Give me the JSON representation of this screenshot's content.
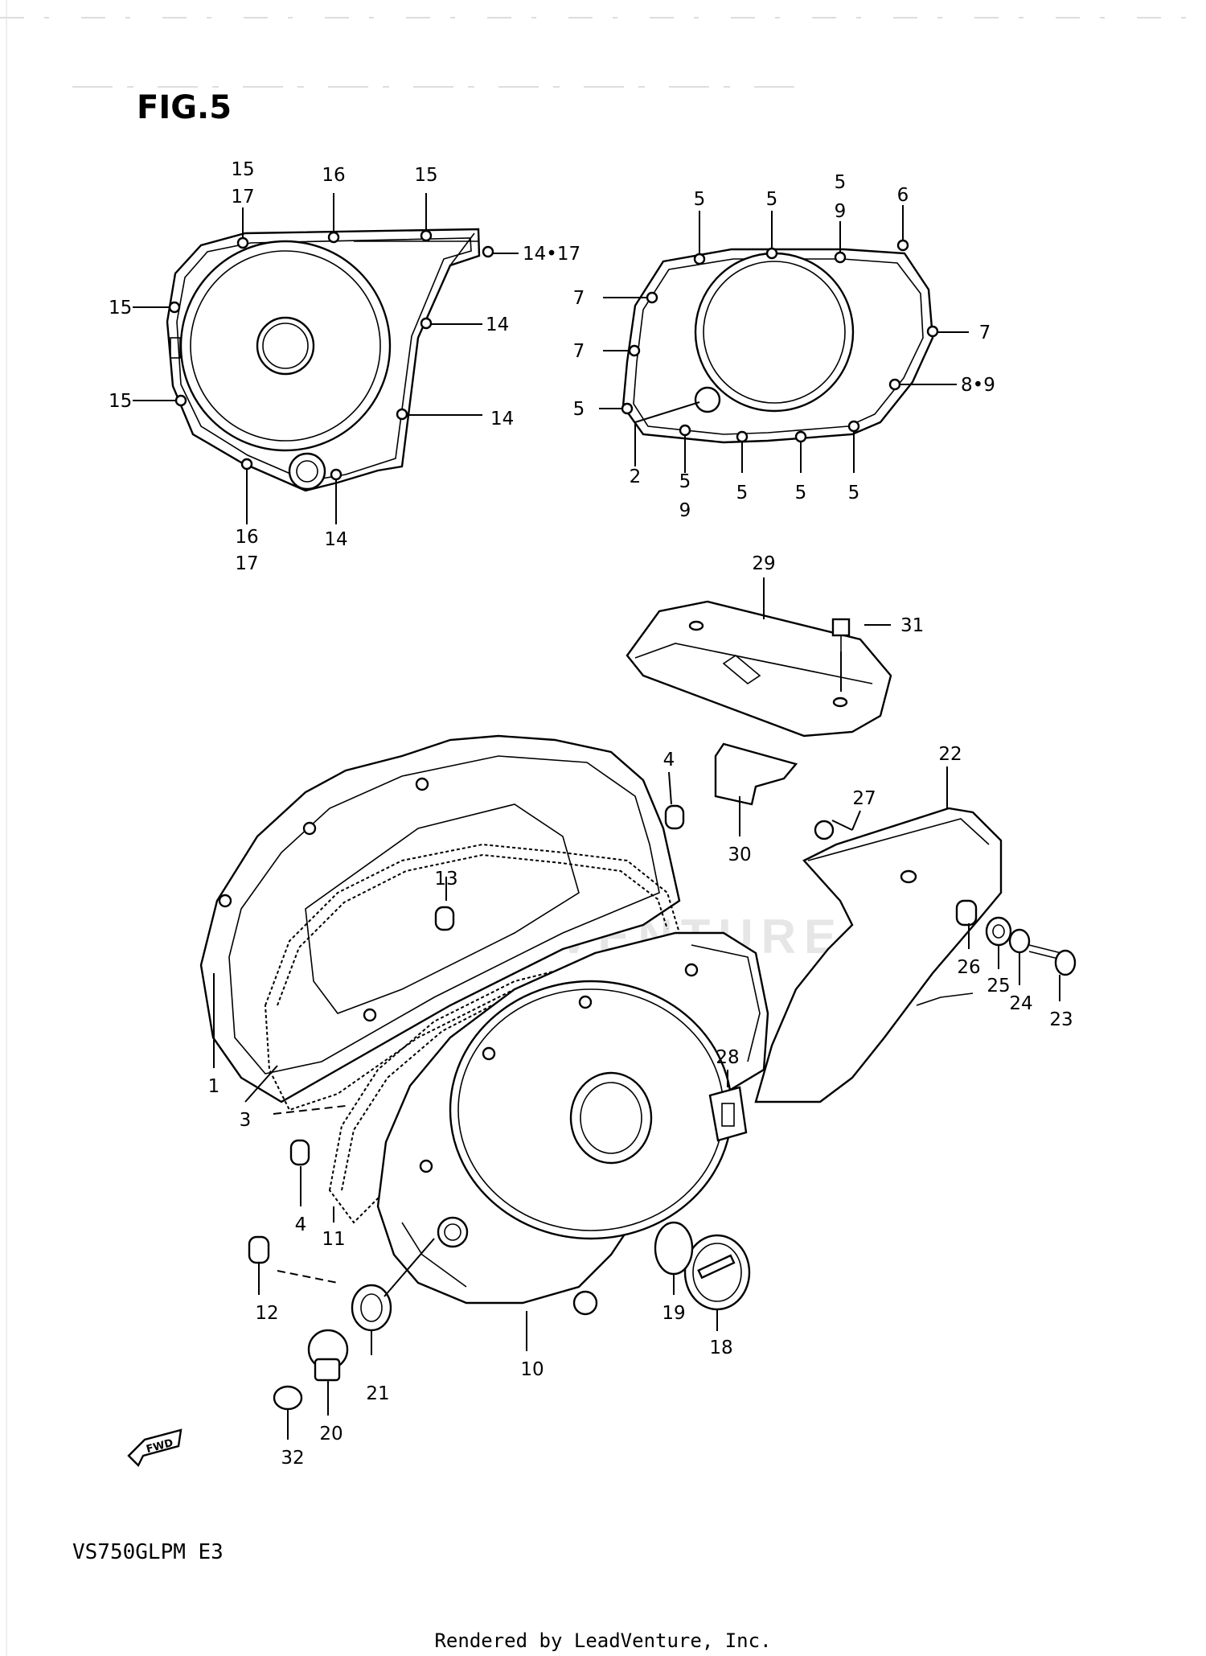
{
  "figure": {
    "title": "FIG.5",
    "model": "VS750GLPM E3",
    "footer": "Rendered by LeadVenture, Inc.",
    "watermark": "LEADVENTURE",
    "fwd": "FWD"
  },
  "callouts": {
    "c_15a": "15",
    "c_17a": "17",
    "c_16a": "16",
    "c_15b": "15",
    "c_1417a": "14•17",
    "c_15c": "15",
    "c_14a": "14",
    "c_15d": "15",
    "c_14b": "14",
    "c_16b": "16",
    "c_17b": "17",
    "c_14c": "14",
    "c_5a": "5",
    "c_5b": "5",
    "c_5c": "5",
    "c_9a": "9",
    "c_6": "6",
    "c_7a": "7",
    "c_7b": "7",
    "c_7c": "7",
    "c_89": "8•9",
    "c_5d": "5",
    "c_2": "2",
    "c_5e": "5",
    "c_9b": "9",
    "c_5f": "5",
    "c_5g": "5",
    "c_5h": "5",
    "c_29": "29",
    "c_31": "31",
    "c_4a": "4",
    "c_30": "30",
    "c_22": "22",
    "c_27": "27",
    "c_13": "13",
    "c_26": "26",
    "c_25": "25",
    "c_24": "24",
    "c_23": "23",
    "c_1": "1",
    "c_3": "3",
    "c_28": "28",
    "c_4b": "4",
    "c_11": "11",
    "c_12": "12",
    "c_19": "19",
    "c_18": "18",
    "c_10": "10",
    "c_21": "21",
    "c_20": "20",
    "c_32": "32"
  }
}
